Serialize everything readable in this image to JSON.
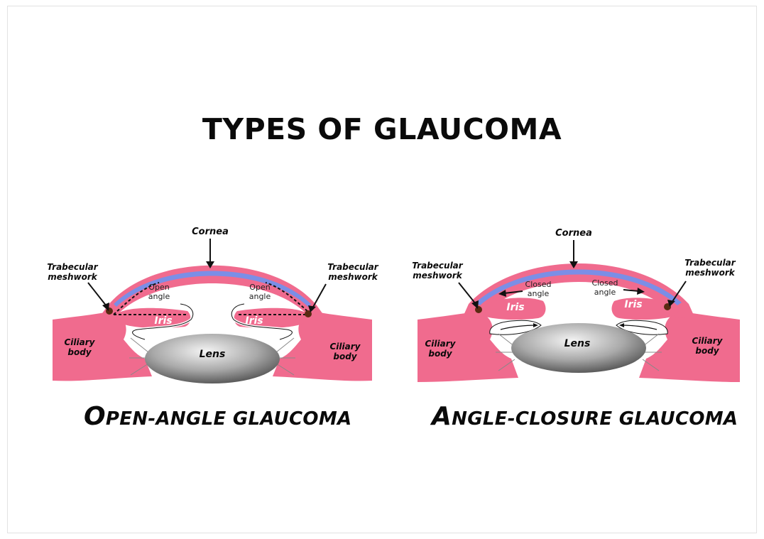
{
  "title": "TYPES OF GLAUCOMA",
  "colors": {
    "tissue": "#f06b8e",
    "cornea_inner": "#7b8ee6",
    "lens_light": "#f2f2f2",
    "lens_dark": "#555555",
    "meshwork": "#5a2a12"
  },
  "labels": {
    "cornea": "Cornea",
    "trabecular_line1": "Trabecular",
    "trabecular_line2": "meshwork",
    "ciliary_line1": "Ciliary",
    "ciliary_line2": "body",
    "iris": "Iris",
    "lens": "Lens"
  },
  "open_angle": {
    "angle_line1": "Open",
    "angle_line2": "angle",
    "caption_first": "O",
    "caption_rest": "PEN-ANGLE GLAUCOMA"
  },
  "angle_closure": {
    "angle_line1": "Closed",
    "angle_line2": "angle",
    "caption_first": "A",
    "caption_rest": "NGLE-CLOSURE GLAUCOMA"
  }
}
